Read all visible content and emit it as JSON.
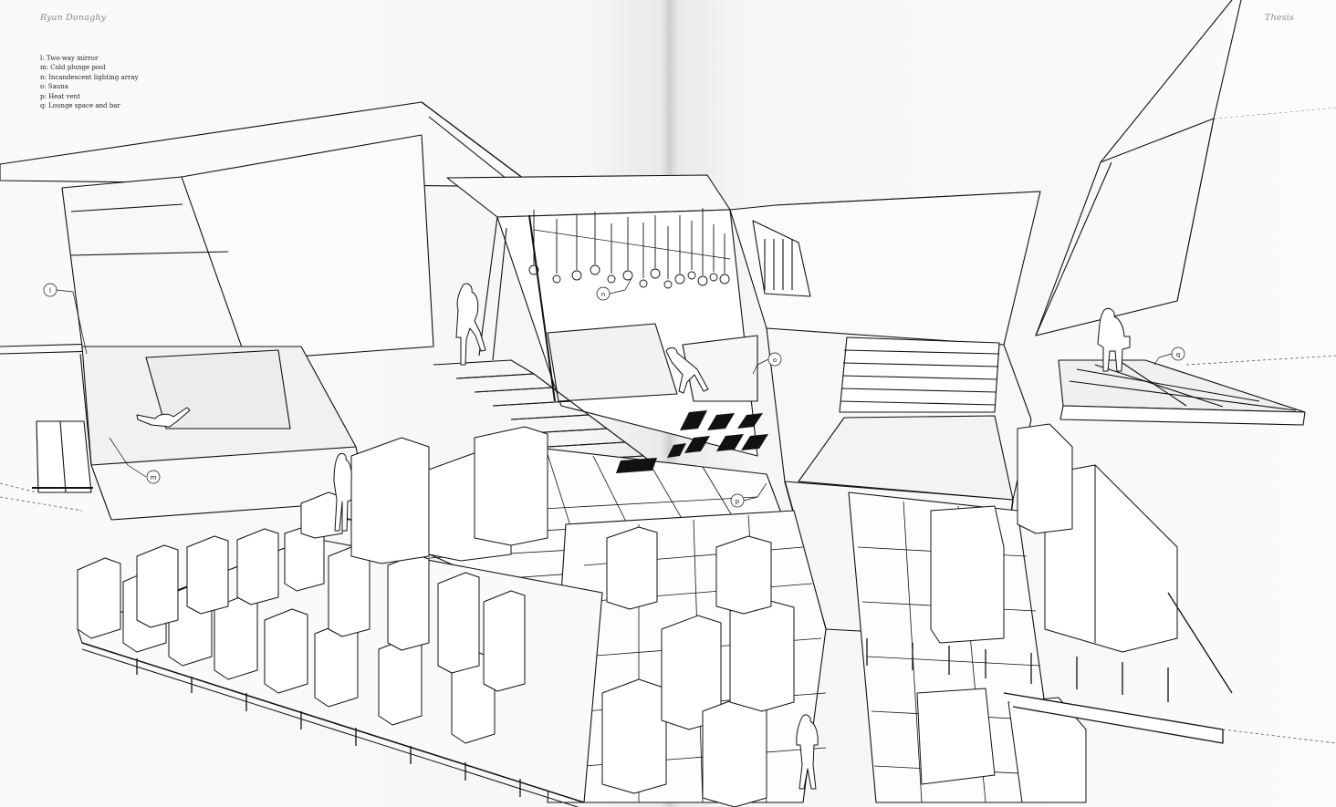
{
  "spread": {
    "left_running_head": "Ryan Donaghy",
    "right_running_head": "Thesis"
  },
  "legend": [
    {
      "key": "l",
      "text": "l: Two-way mirror"
    },
    {
      "key": "m",
      "text": "m: Cold plunge pool"
    },
    {
      "key": "n",
      "text": "n: Incandescent lighting array"
    },
    {
      "key": "o",
      "text": "o: Sauna"
    },
    {
      "key": "p",
      "text": "p: Heat vent"
    },
    {
      "key": "q",
      "text": "q: Lounge space and bar"
    }
  ],
  "callouts": [
    "l",
    "m",
    "n",
    "o",
    "p",
    "q"
  ],
  "colors": {
    "ink": "#111111",
    "paper": "#f7f7f7",
    "label": "#8a8a8a"
  }
}
